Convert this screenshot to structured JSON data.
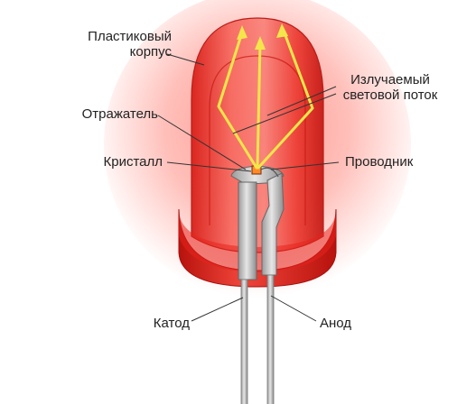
{
  "labels": {
    "plastic_body": [
      "Пластиковый",
      "корпус"
    ],
    "emitted_flux": [
      "Излучаемый",
      "световой поток"
    ],
    "reflector": "Отражатель",
    "crystal": "Кристалл",
    "conductor": "Проводник",
    "cathode": "Катод",
    "anode": "Анод"
  },
  "colors": {
    "lens_red": "#e8231c",
    "glow_red": "#ff3a2e",
    "light_rays": "#f4e64a",
    "metal": "#cfcfcf",
    "leader_line": "#333333",
    "text": "#222222"
  }
}
